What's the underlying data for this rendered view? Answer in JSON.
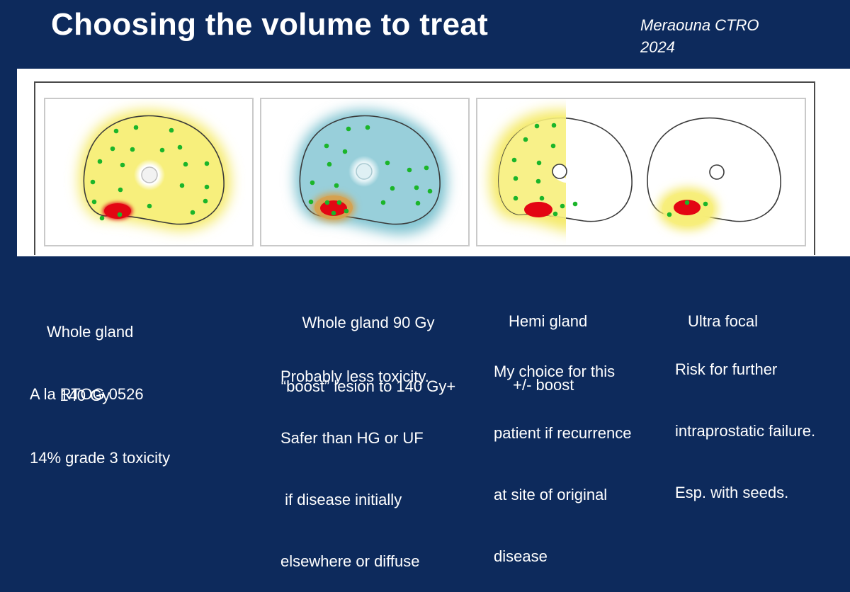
{
  "header": {
    "title": "Choosing the volume to treat",
    "author_line1": "Meraouna CTRO",
    "author_line2": "2024"
  },
  "colors": {
    "background": "#0d2a5c",
    "dose_140": "#f5ea6a",
    "dose_90": "#7fc3d0",
    "lesion": "#e30613",
    "seed": "#1bb52a"
  },
  "options": [
    {
      "label_line1": "Whole gland",
      "label_line2": "   140 Gy",
      "desc_line1": "A la RTOG 0526",
      "desc_line2": "14% grade 3 toxicity"
    },
    {
      "label_line1": "Whole gland 90 Gy",
      "label_line2": "“boost” lesion to 140 Gy+",
      "desc_line1": "Probably less toxicity.",
      "desc_line2": "Safer than HG or UF",
      "desc_line3": " if disease initially",
      "desc_line4": "elsewhere or diffuse"
    },
    {
      "label_line1": "Hemi gland",
      "label_line2": " +/- boost",
      "desc_line1": "My choice for this",
      "desc_line2": "patient if recurrence",
      "desc_line3": "at site of original",
      "desc_line4": "disease"
    },
    {
      "label_line1": "Ultra focal",
      "desc_line1": "Risk for further",
      "desc_line2": "intraprostatic failure.",
      "desc_line3": "Esp. with seeds."
    }
  ]
}
